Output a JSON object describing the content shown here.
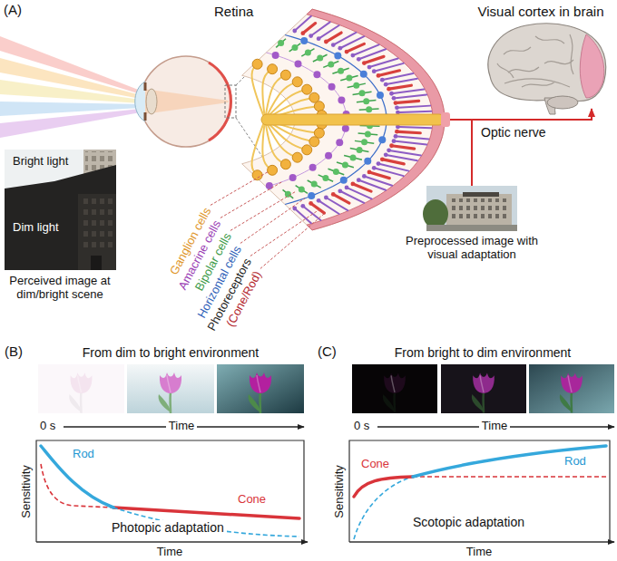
{
  "diagram": {
    "labels": [
      "(A)",
      "Retina",
      "Visual cortex in brain",
      "Bright light",
      "Dim light",
      "Perceived image at dim/bright scene",
      "Ganglion cells",
      "Amacrine cells",
      "Bipolar cells",
      "Horizontal cells",
      "Photoreceptors",
      "(Cone/Rod)",
      "Optic nerve",
      "Preprocessed image with visual adaptation",
      "(B)",
      "From dim to bright environment",
      "0 s",
      "Time",
      "Sensitivity",
      "Rod",
      "Cone",
      "Photopic adaptation",
      "Time",
      "(C)",
      "From bright to dim environment",
      "0 s",
      "Time",
      "Sensitivity",
      "Cone",
      "Rod",
      "Scotopic adaptation",
      "Time"
    ]
  }
}
